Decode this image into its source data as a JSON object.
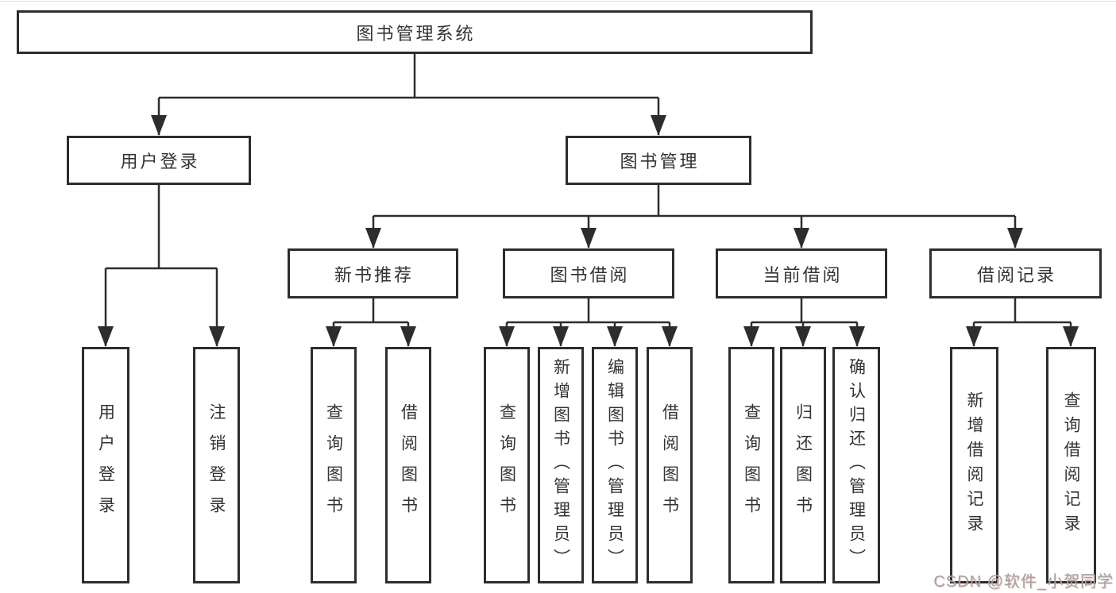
{
  "diagram": {
    "watermark": "CSDN @软件_小贺同学",
    "colors": {
      "line": "#2d2d2d",
      "text": "#333333",
      "background": "#ffffff",
      "watermark_text": "#a3a3a3",
      "watermark_accent": "#e87c7c"
    },
    "tree": {
      "label": "图书管理系统",
      "children": [
        {
          "label": "用户登录",
          "children": [
            {
              "label": "用户登录"
            },
            {
              "label": "注销登录"
            }
          ]
        },
        {
          "label": "图书管理",
          "children": [
            {
              "label": "新书推荐",
              "children": [
                {
                  "label": "查询图书"
                },
                {
                  "label": "借阅图书"
                }
              ]
            },
            {
              "label": "图书借阅",
              "children": [
                {
                  "label": "查询图书"
                },
                {
                  "label": "新增图书（管理员）"
                },
                {
                  "label": "编辑图书（管理员）"
                },
                {
                  "label": "借阅图书"
                }
              ]
            },
            {
              "label": "当前借阅",
              "children": [
                {
                  "label": "查询图书"
                },
                {
                  "label": "归还图书"
                },
                {
                  "label": "确认归还（管理员）"
                }
              ]
            },
            {
              "label": "借阅记录",
              "children": [
                {
                  "label": "新增借阅记录"
                },
                {
                  "label": "查询借阅记录"
                }
              ]
            }
          ]
        }
      ]
    }
  }
}
